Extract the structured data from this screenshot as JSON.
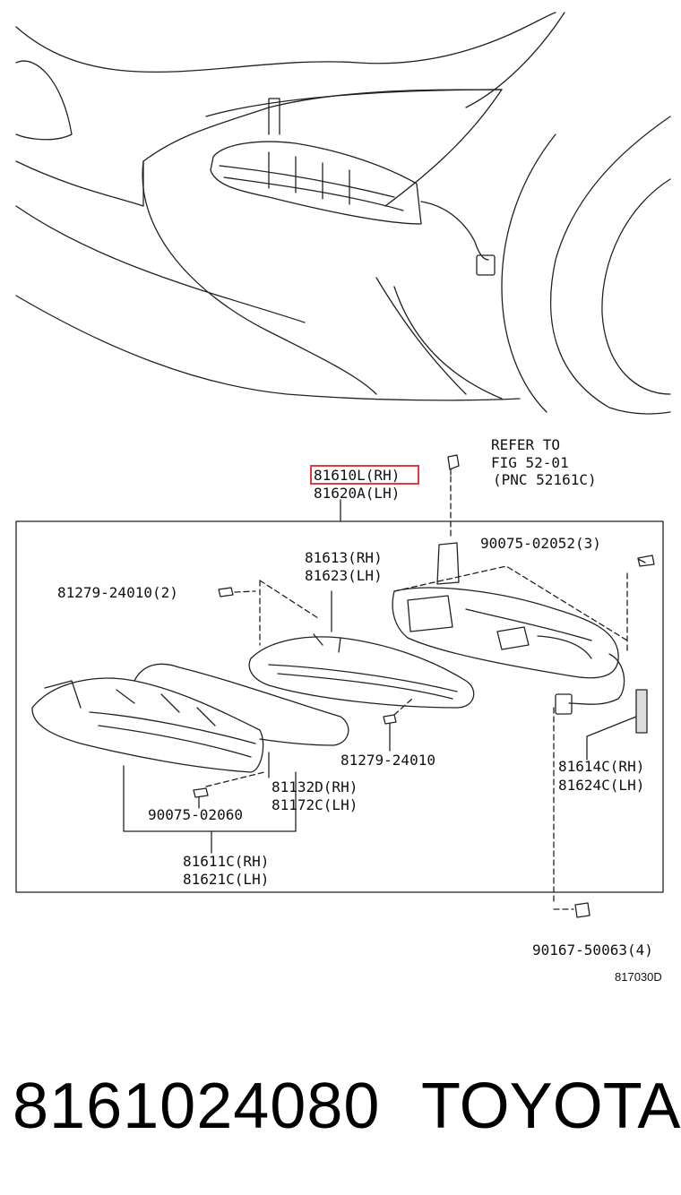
{
  "labels": {
    "refer_to": "REFER TO",
    "fig": "FIG 52-01",
    "pnc": "(PNC 52161C)",
    "assy_rh": "81610L(RH)",
    "assy_lh": "81620A(LH)",
    "bolt_9007502052": "90075-02052(3)",
    "lamp_rh": "81613(RH)",
    "lamp_lh": "81623(LH)",
    "screw_8127924010_2": "81279-24010(2)",
    "screw_8127924010": "81279-24010",
    "socket_rh": "81614C(RH)",
    "socket_lh": "81624C(LH)",
    "wire_rh": "81132D(RH)",
    "wire_lh": "81172C(LH)",
    "bolt_9007502060": "90075-02060",
    "housing_rh": "81611C(RH)",
    "housing_lh": "81621C(LH)",
    "nut_9016750063": "90167-50063(4)",
    "diagram_code": "817030D"
  },
  "highlight_color": "#e0393e",
  "footer": {
    "part_number": "8161024080",
    "brand": "TOYOTA"
  }
}
